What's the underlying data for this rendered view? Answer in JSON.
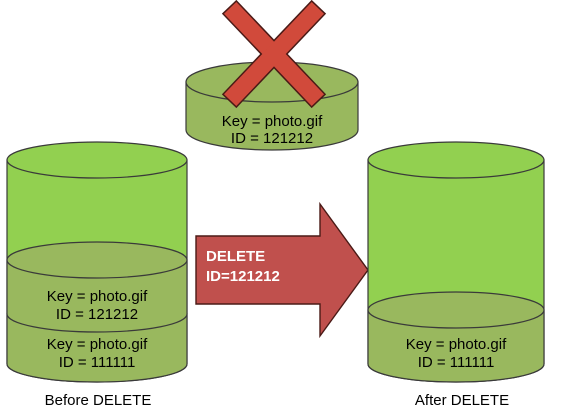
{
  "deleted_object": {
    "key_text": "Key = photo.gif",
    "id_text": "ID = 121212"
  },
  "before": {
    "caption": "Before DELETE",
    "objects": [
      {
        "key_text": "Key = photo.gif",
        "id_text": "ID = 121212"
      },
      {
        "key_text": "Key = photo.gif",
        "id_text": "ID = 111111"
      }
    ]
  },
  "operation": {
    "line1": "DELETE",
    "line2": "ID=121212"
  },
  "after": {
    "caption": "After DELETE",
    "objects": [
      {
        "key_text": "Key = photo.gif",
        "id_text": "ID = 111111"
      }
    ]
  },
  "colors": {
    "bucket_green": "#92d050",
    "object_green": "#99b85e",
    "outline": "#3a3a3a",
    "arrow_red": "#c0504d",
    "cross_red": "#d14a3b"
  }
}
